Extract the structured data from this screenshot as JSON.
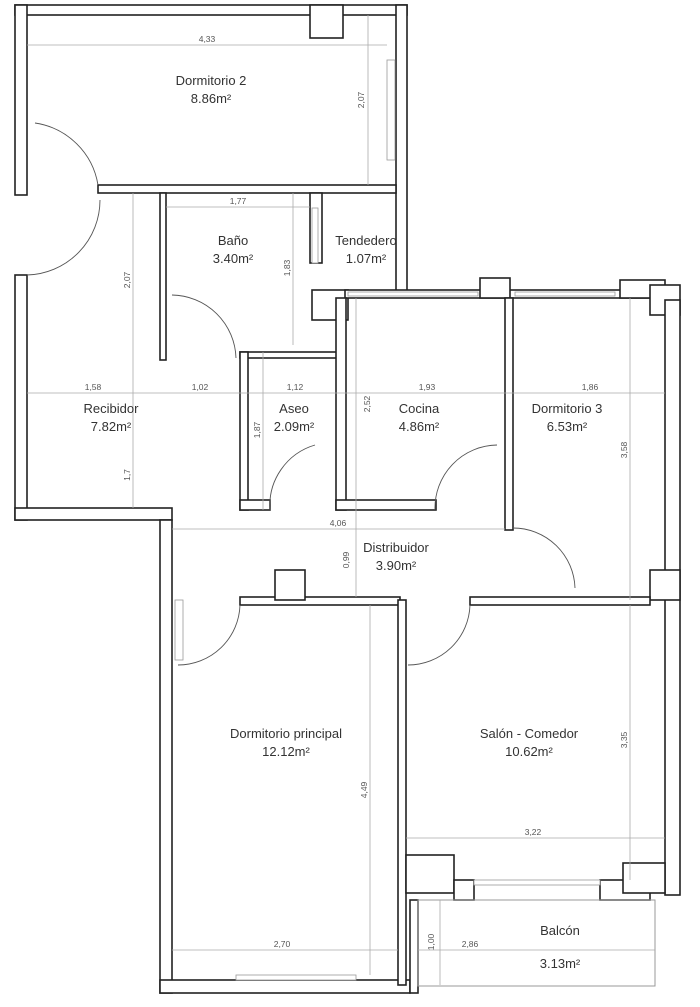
{
  "rooms": {
    "dormitorio2": {
      "name": "Dormitorio 2",
      "area": "8.86m²"
    },
    "bano": {
      "name": "Baño",
      "area": "3.40m²"
    },
    "tendedero": {
      "name": "Tendedero",
      "area": "1.07m²"
    },
    "recibidor": {
      "name": "Recibidor",
      "area": "7.82m²"
    },
    "aseo": {
      "name": "Aseo",
      "area": "2.09m²"
    },
    "cocina": {
      "name": "Cocina",
      "area": "4.86m²"
    },
    "dormitorio3": {
      "name": "Dormitorio 3",
      "area": "6.53m²"
    },
    "distribuidor": {
      "name": "Distribuidor",
      "area": "3.90m²"
    },
    "dormitorio_principal": {
      "name": "Dormitorio principal",
      "area": "12.12m²"
    },
    "salon": {
      "name": "Salón - Comedor",
      "area": "10.62m²"
    },
    "balcon": {
      "name": "Balcón",
      "area": "3.13m²"
    }
  },
  "dimensions": {
    "d2_width": "4,33",
    "d2_height": "2,07",
    "bano_width": "1,77",
    "bano_height": "1,83",
    "recibidor_upper": "2,07",
    "recibidor_w1": "1,58",
    "recibidor_w2": "1,02",
    "recibidor_lower": "1,7",
    "aseo_width": "1,12",
    "aseo_height": "1,87",
    "cocina_height": "2,52",
    "cocina_width": "1,93",
    "d3_width": "1,86",
    "d3_height": "3,58",
    "dist_width": "4,06",
    "dist_height": "0,99",
    "dp_height": "4,49",
    "dp_width": "2,70",
    "salon_height": "3,35",
    "salon_width": "3,22",
    "balcon_height": "1,00",
    "balcon_width": "2,86"
  }
}
